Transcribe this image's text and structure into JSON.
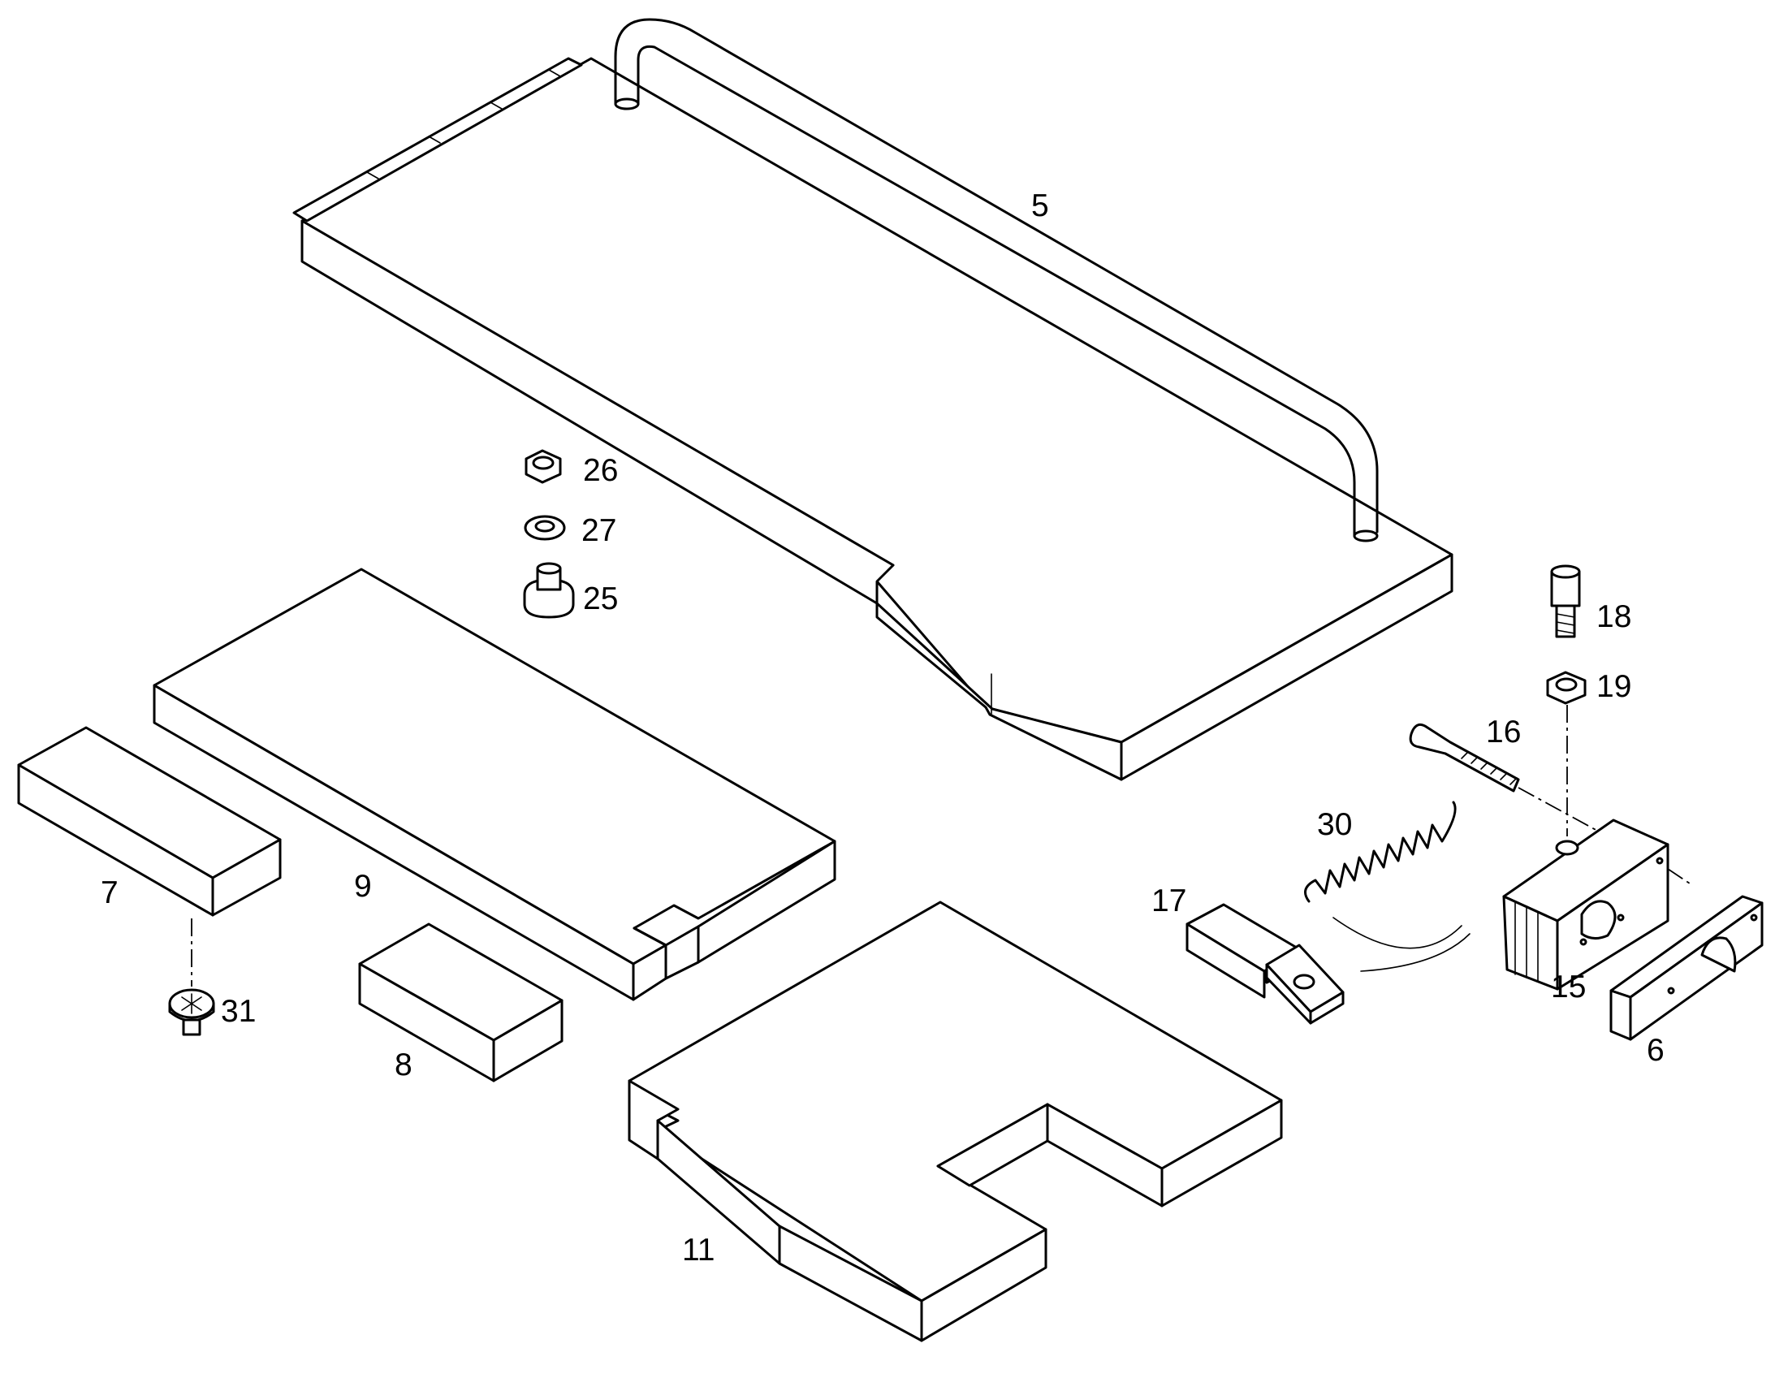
{
  "parts": [
    {
      "id": "part-5",
      "label": "5"
    },
    {
      "id": "part-26",
      "label": "26"
    },
    {
      "id": "part-27",
      "label": "27"
    },
    {
      "id": "part-25",
      "label": "25"
    },
    {
      "id": "part-18",
      "label": "18"
    },
    {
      "id": "part-19",
      "label": "19"
    },
    {
      "id": "part-16",
      "label": "16"
    },
    {
      "id": "part-30",
      "label": "30"
    },
    {
      "id": "part-17",
      "label": "17"
    },
    {
      "id": "part-15",
      "label": "15"
    },
    {
      "id": "part-6",
      "label": "6"
    },
    {
      "id": "part-7",
      "label": "7"
    },
    {
      "id": "part-9",
      "label": "9"
    },
    {
      "id": "part-31",
      "label": "31"
    },
    {
      "id": "part-8",
      "label": "8"
    },
    {
      "id": "part-11",
      "label": "11"
    }
  ],
  "colors": {
    "line": "#000000",
    "background": "#ffffff"
  }
}
